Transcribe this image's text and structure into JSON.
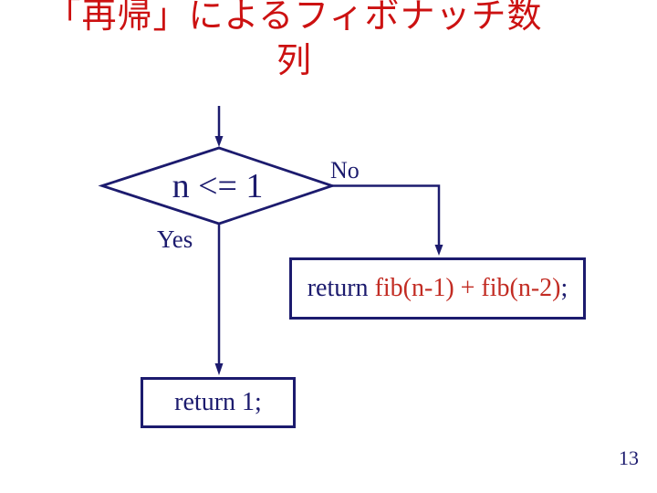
{
  "page": {
    "title_line1": "「再帰」によるフィボナッチ数",
    "title_line2": "列",
    "page_number": "13"
  },
  "flowchart": {
    "decision": {
      "label": "n <= 1"
    },
    "branch_no": {
      "label": "No"
    },
    "branch_yes": {
      "label": "Yes"
    },
    "no_box": {
      "code_prefix": "return ",
      "code_highlight": "fib(n-1) + fib(n-2)",
      "code_suffix": ";"
    },
    "yes_box": {
      "code": "return 1;"
    }
  },
  "colors": {
    "title_red": "#cc1111",
    "code_red": "#c22b22",
    "flow_navy": "#1c1b6e",
    "background": "#ffffff"
  }
}
